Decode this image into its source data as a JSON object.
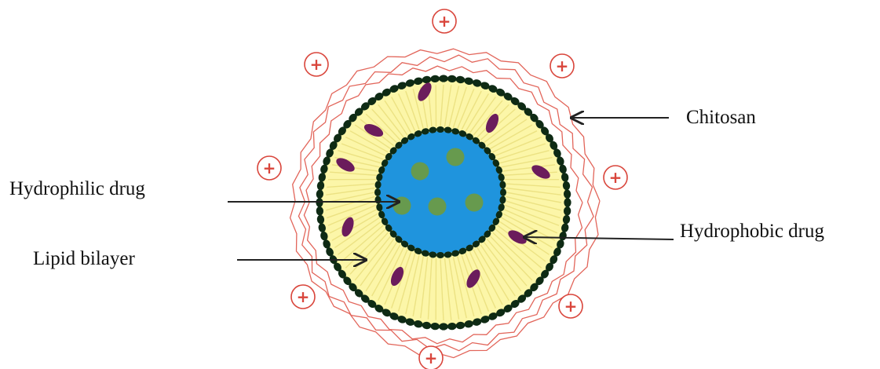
{
  "labels": {
    "chitosan": "Chitosan",
    "hydrophilic_drug": "Hydrophilic drug",
    "hydrophobic_drug": "Hydrophobic drug",
    "lipid_bilayer": "Lipid bilayer"
  },
  "charge_symbol": "+",
  "colors": {
    "chitosan_coat": "#e2655a",
    "bilayer_fill": "#fcf6a8",
    "bilayer_ray": "#ece283",
    "membrane_beads": "#0e2a14",
    "aqueous_core": "#1f94dd",
    "hydrophilic_drug": "#6f9a3e",
    "hydrophobic_drug": "#6b1c5c",
    "charge": "#d9453b"
  }
}
